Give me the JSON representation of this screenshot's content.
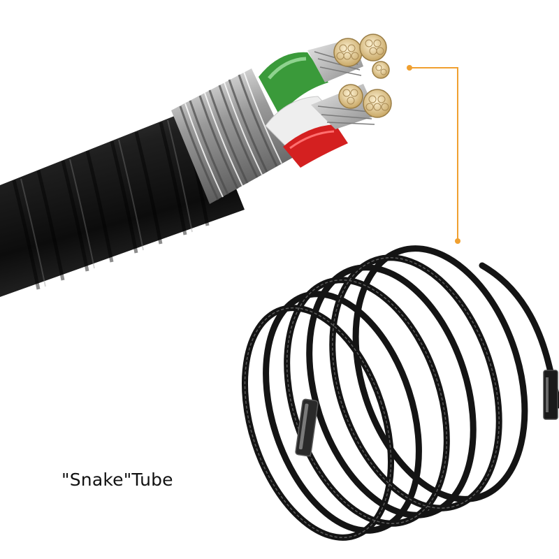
{
  "caption": "\"Snake\"Tube",
  "colors": {
    "background": "#ffffff",
    "callout": "#f0a030",
    "jacket": "#1c1c1c",
    "armor": "#c8c8c8",
    "conductor_green": "#3a9a3a",
    "conductor_white": "#eeeeee",
    "conductor_red": "#d42020",
    "strands": "#e2c98e",
    "coil": "#141414"
  },
  "icons": {
    "cable_cross_section": "armored-cable-illustration",
    "coiled_cable": "snake-tube-coil-illustration"
  }
}
